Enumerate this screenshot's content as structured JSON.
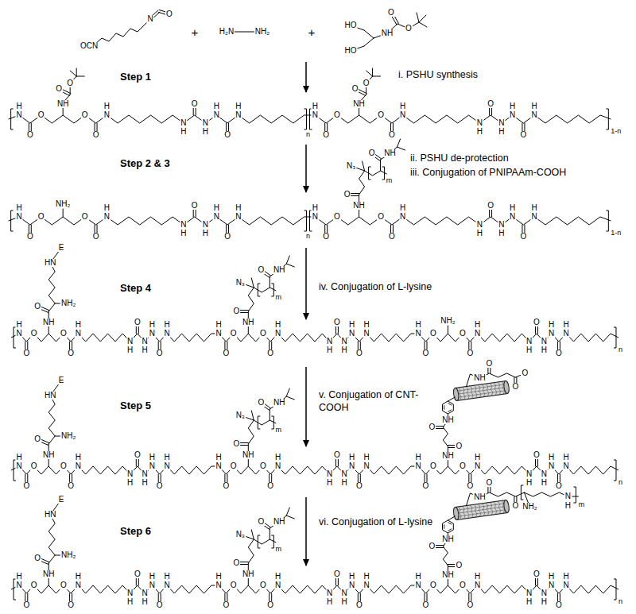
{
  "diagram": {
    "labels": [
      "OCN",
      "N",
      "O",
      "+",
      "H₂N",
      "NH₂",
      "+",
      "HO",
      "HO",
      "NH",
      "O",
      "O",
      "Step 1",
      "i. PSHU synthesis",
      "N",
      "H",
      "O",
      "O",
      "O",
      "O",
      "N",
      "H",
      "N",
      "H",
      "O",
      "N",
      "H",
      "N",
      "H",
      "O",
      "N",
      "H",
      "NH",
      "O",
      "O",
      "n",
      "N",
      "H",
      "O",
      "O",
      "O",
      "O",
      "N",
      "H",
      "N",
      "H",
      "O",
      "N",
      "H",
      "N",
      "H",
      "O",
      "N",
      "H",
      "NH",
      "O",
      "O",
      "1-n",
      "Step 2 & 3",
      "ii. PSHU de-protection",
      "iii. Conjugation of PNIPAAm-COOH",
      "N",
      "H",
      "O",
      "O",
      "O",
      "O",
      "N",
      "H",
      "N",
      "H",
      "O",
      "N",
      "H",
      "N",
      "H",
      "O",
      "N",
      "H",
      "NH₂",
      "n",
      "N",
      "H",
      "O",
      "O",
      "O",
      "O",
      "N",
      "H",
      "N",
      "H",
      "O",
      "N",
      "H",
      "N",
      "H",
      "O",
      "N",
      "H",
      "NH",
      "O",
      "N₃",
      "O",
      "NH",
      "m",
      "1-n",
      "Step 4",
      "iv. Conjugation of L-lysine",
      "N",
      "H",
      "O",
      "O",
      "O",
      "O",
      "N",
      "H",
      "N",
      "H",
      "O",
      "N",
      "H",
      "N",
      "H",
      "O",
      "N",
      "H",
      "NH",
      "O",
      "NH₂",
      "HN",
      "E",
      "N",
      "H",
      "O",
      "O",
      "O",
      "O",
      "N",
      "H",
      "N",
      "H",
      "O",
      "N",
      "H",
      "N",
      "H",
      "O",
      "N",
      "H",
      "NH",
      "O",
      "N₃",
      "O",
      "NH",
      "m",
      "N",
      "H",
      "O",
      "O",
      "O",
      "O",
      "N",
      "H",
      "N",
      "H",
      "O",
      "N",
      "H",
      "N",
      "H",
      "O",
      "N",
      "H",
      "NH₂",
      "n",
      "Step 5",
      "v. Conjugation of CNT-COOH",
      "N",
      "H",
      "O",
      "O",
      "O",
      "O",
      "N",
      "H",
      "N",
      "H",
      "O",
      "N",
      "H",
      "N",
      "H",
      "O",
      "N",
      "H",
      "NH",
      "O",
      "NH₂",
      "HN",
      "E",
      "N",
      "H",
      "O",
      "O",
      "O",
      "O",
      "N",
      "H",
      "N",
      "H",
      "O",
      "N",
      "H",
      "N",
      "H",
      "O",
      "N",
      "H",
      "NH",
      "O",
      "N₃",
      "O",
      "NH",
      "m",
      "N",
      "H",
      "O",
      "O",
      "O",
      "O",
      "N",
      "H",
      "N",
      "H",
      "O",
      "N",
      "H",
      "N",
      "H",
      "O",
      "N",
      "H",
      "NH",
      "O",
      "O",
      "NH",
      "NH",
      "O",
      "O",
      "O",
      "n",
      "Step 6",
      "vi. Conjugation of L-lysine",
      "N",
      "H",
      "O",
      "O",
      "O",
      "O",
      "N",
      "H",
      "N",
      "H",
      "O",
      "N",
      "H",
      "N",
      "H",
      "O",
      "N",
      "H",
      "NH",
      "O",
      "NH₂",
      "HN",
      "E",
      "N",
      "H",
      "O",
      "O",
      "O",
      "O",
      "N",
      "H",
      "N",
      "H",
      "O",
      "N",
      "H",
      "N",
      "H",
      "O",
      "N",
      "H",
      "NH",
      "O",
      "N₃",
      "O",
      "NH",
      "m",
      "N",
      "H",
      "O",
      "O",
      "O",
      "O",
      "N",
      "H",
      "N",
      "H",
      "O",
      "N",
      "H",
      "N",
      "H",
      "O",
      "N",
      "H",
      "NH",
      "O",
      "O",
      "NH",
      "NH",
      "O",
      "O",
      "NH₂",
      "N",
      "H",
      "m",
      "n"
    ]
  }
}
